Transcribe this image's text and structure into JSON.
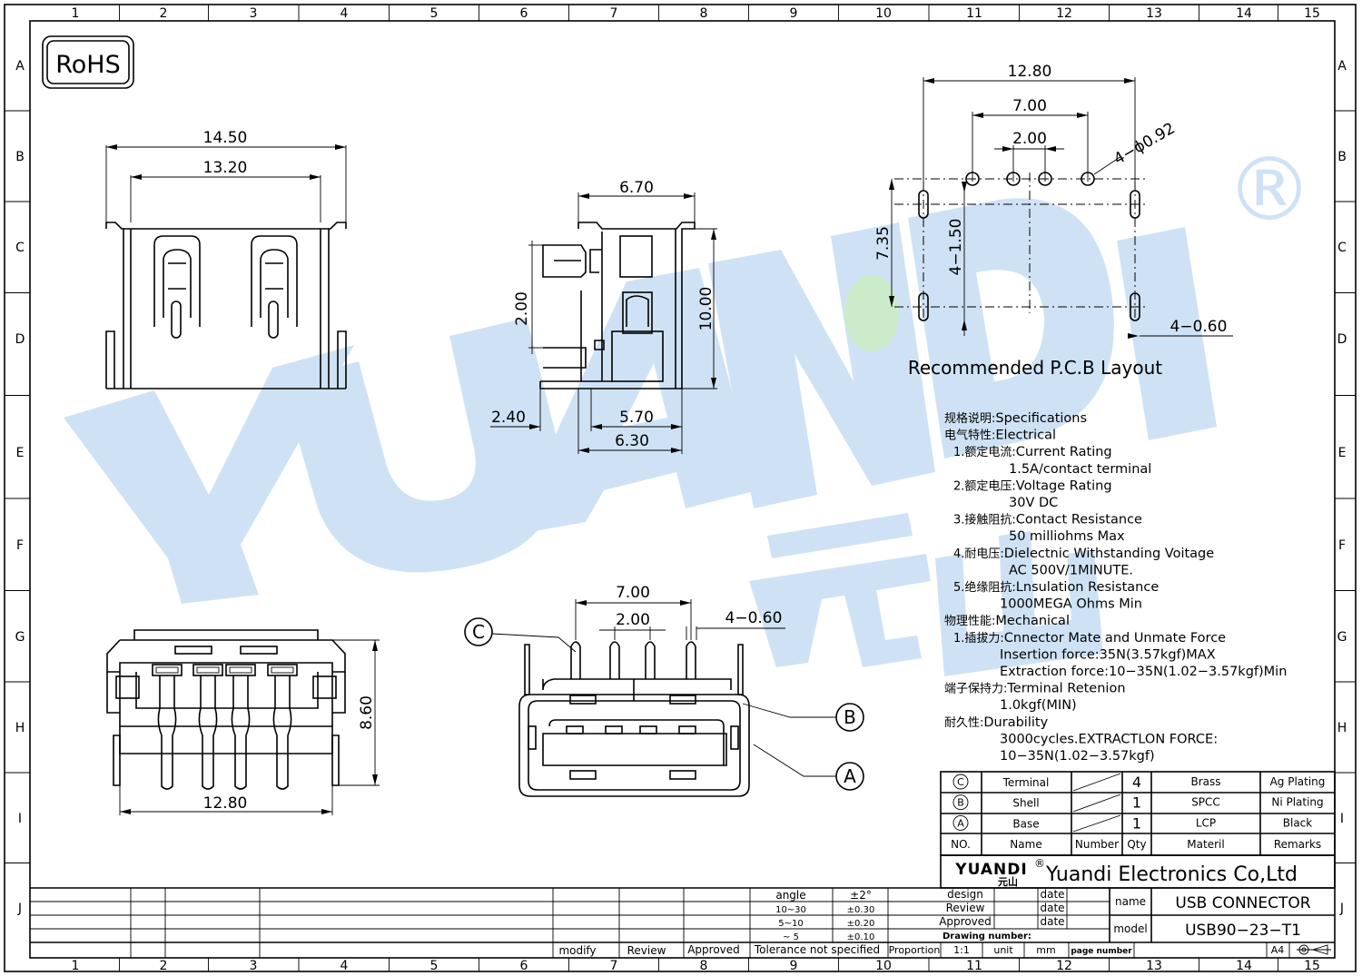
{
  "badge": "RoHS",
  "registered_mark": "®",
  "watermark": {
    "brand": "YUANDI",
    "cn": "元 山"
  },
  "grid": {
    "cols": [
      "1",
      "2",
      "3",
      "4",
      "5",
      "6",
      "7",
      "8",
      "9",
      "10",
      "11",
      "12",
      "13",
      "14",
      "15"
    ],
    "rows": [
      "A",
      "B",
      "C",
      "D",
      "E",
      "F",
      "G",
      "H",
      "I",
      "J"
    ]
  },
  "dims": {
    "front_w1": "14.50",
    "front_w2": "13.20",
    "side_top": "6.70",
    "side_h": "10.00",
    "side_pin": "2.00",
    "side_off": "2.40",
    "side_b1": "5.70",
    "side_b2": "6.30",
    "pcb_w": "12.80",
    "pcb_m": "7.00",
    "pcb_s": "2.00",
    "pcb_hole": "4−ϕ0.92",
    "pcb_h": "7.35",
    "pcb_slot": "4−1.50",
    "pcb_slotw": "4−0.60",
    "bot_h": "8.60",
    "bot_w": "12.80",
    "iso_w": "7.00",
    "iso_s": "2.00",
    "iso_pin": "4−0.60"
  },
  "pcb_caption": "Recommended P.C.B Layout",
  "callouts": {
    "a": "A",
    "b": "B",
    "c": "C"
  },
  "specs": [
    {
      "cn": "规格说明:",
      "en": "Specifications",
      "indent": 0
    },
    {
      "cn": "电气特性:",
      "en": "Electrical",
      "indent": 0
    },
    {
      "cn": "1.额定电流:",
      "en": "Current  Rating",
      "indent": 1
    },
    {
      "cn": "",
      "en": "1.5A/contact  terminal",
      "indent": 3
    },
    {
      "cn": "2.额定电压:",
      "en": "Voltage  Rating",
      "indent": 1
    },
    {
      "cn": "",
      "en": "30V  DC",
      "indent": 3
    },
    {
      "cn": "3.接触阻抗:",
      "en": "Contact  Resistance",
      "indent": 1
    },
    {
      "cn": "",
      "en": "50  milliohms  Max",
      "indent": 3
    },
    {
      "cn": "4.耐电压:",
      "en": "Dielectnic  Withstanding  Voitage",
      "indent": 1
    },
    {
      "cn": "",
      "en": "AC  500V/1MINUTE.",
      "indent": 3
    },
    {
      "cn": "5.绝缘阻抗:",
      "en": "Lnsulation  Resistance",
      "indent": 1
    },
    {
      "cn": "",
      "en": "1000MEGA  Ohms  Min",
      "indent": 2
    },
    {
      "cn": "物理性能:",
      "en": "Mechanical",
      "indent": 0
    },
    {
      "cn": "1.插拔力:",
      "en": "Cnnector  Mate  and  Unmate  Force",
      "indent": 1
    },
    {
      "cn": "",
      "en": "Insertion  force:35N(3.57kgf)MAX",
      "indent": 2
    },
    {
      "cn": "",
      "en": "Extraction  force:10−35N(1.02−3.57kgf)Min",
      "indent": 2
    },
    {
      "cn": "端子保持力:",
      "en": "Terminal  Retenion",
      "indent": 0
    },
    {
      "cn": "",
      "en": "1.0kgf(MIN)",
      "indent": 2
    },
    {
      "cn": "耐久性:",
      "en": "Durability",
      "indent": 0
    },
    {
      "cn": "",
      "en": "3000cycles.EXTRACTLON  FORCE:",
      "indent": 2
    },
    {
      "cn": "",
      "en": "10−35N(1.02−3.57kgf)",
      "indent": 2
    }
  ],
  "bom": {
    "rows": [
      {
        "no": "C",
        "name": "Terminal",
        "qty": "4",
        "material": "Brass",
        "remarks": "Ag  Plating"
      },
      {
        "no": "B",
        "name": "Shell",
        "qty": "1",
        "material": "SPCC",
        "remarks": "Ni  Plating"
      },
      {
        "no": "A",
        "name": "Base",
        "qty": "1",
        "material": "LCP",
        "remarks": "Black"
      }
    ],
    "header": {
      "no": "NO.",
      "name": "Name",
      "number": "Number",
      "qty": "Qty",
      "material": "Materil",
      "remarks": "Remarks"
    }
  },
  "company": {
    "logo": "YUANDI",
    "logo_cn": "元山",
    "name": "Yuandi Electronics Co,Ltd"
  },
  "title_block": {
    "design": "design",
    "review": "Review",
    "approved": "Approved",
    "date": "date",
    "name_label": "name",
    "name": "USB  CONNECTOR",
    "model_label": "model",
    "model": "USB90−23−T1",
    "drawing_number": "Drawing number:",
    "proportion": "Proportion",
    "scale": "1:1",
    "unit_label": "unit",
    "unit": "mm",
    "page_number": "page number",
    "size": "A4"
  },
  "tolerance": {
    "angle": "angle",
    "angle_val": "±2°",
    "rows": [
      {
        "range": "10~30",
        "tol": "±0.30"
      },
      {
        "range": "5~10",
        "tol": "±0.20"
      },
      {
        "range": "~ 5",
        "tol": "±0.10"
      }
    ],
    "footer": "Tolerance  not  specified"
  },
  "revision": {
    "modify": "modify",
    "review": "Review",
    "approved": "Approved"
  }
}
